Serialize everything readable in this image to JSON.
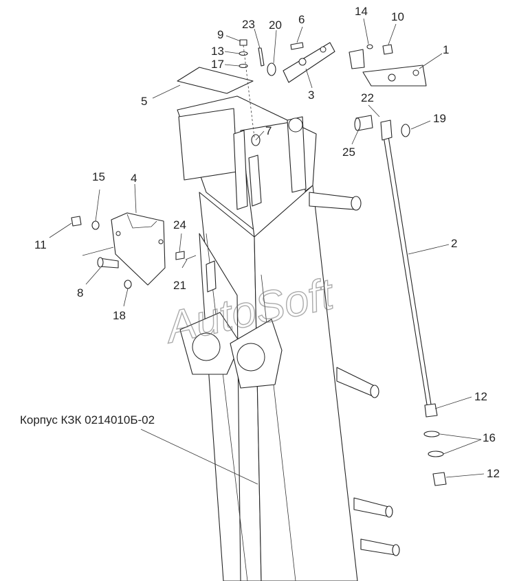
{
  "caption": "Корпус КЗК 0214010Б-02",
  "watermark": "AutoSoft",
  "callouts": [
    {
      "id": "c1",
      "text": "1"
    },
    {
      "id": "c2",
      "text": "2"
    },
    {
      "id": "c3",
      "text": "3"
    },
    {
      "id": "c4",
      "text": "4"
    },
    {
      "id": "c5",
      "text": "5"
    },
    {
      "id": "c6",
      "text": "6"
    },
    {
      "id": "c7",
      "text": "7"
    },
    {
      "id": "c8",
      "text": "8"
    },
    {
      "id": "c9",
      "text": "9"
    },
    {
      "id": "c10",
      "text": "10"
    },
    {
      "id": "c11",
      "text": "11"
    },
    {
      "id": "c12a",
      "text": "12"
    },
    {
      "id": "c12b",
      "text": "12"
    },
    {
      "id": "c13",
      "text": "13"
    },
    {
      "id": "c14",
      "text": "14"
    },
    {
      "id": "c15",
      "text": "15"
    },
    {
      "id": "c16",
      "text": "16"
    },
    {
      "id": "c17",
      "text": "17"
    },
    {
      "id": "c18",
      "text": "18"
    },
    {
      "id": "c19",
      "text": "19"
    },
    {
      "id": "c20",
      "text": "20"
    },
    {
      "id": "c21",
      "text": "21"
    },
    {
      "id": "c22",
      "text": "22"
    },
    {
      "id": "c23",
      "text": "23"
    },
    {
      "id": "c24",
      "text": "24"
    },
    {
      "id": "c25",
      "text": "25"
    }
  ]
}
